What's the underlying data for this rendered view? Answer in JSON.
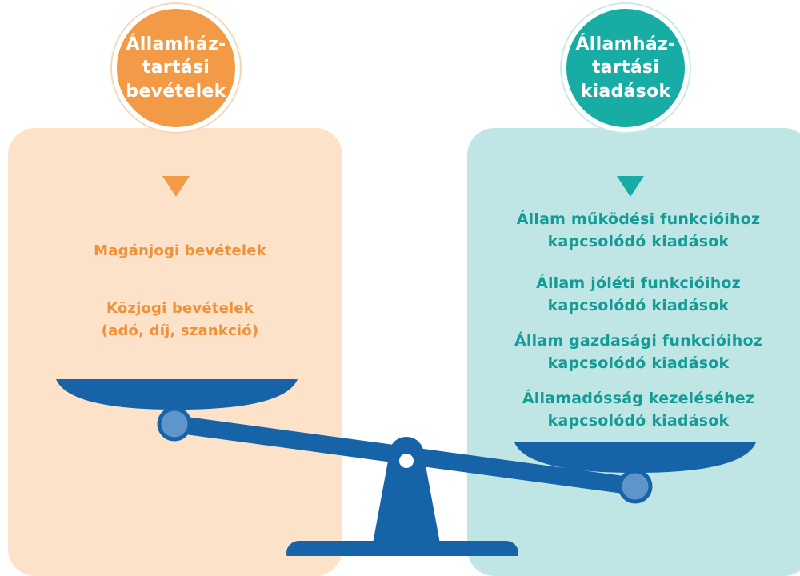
{
  "revenues": {
    "title": "Államház-\ntartási\nbevételek",
    "items": [
      "Magánjogi bevételek",
      "Közjogi bevételek\n(adó, díj, szankció)"
    ]
  },
  "expenditures": {
    "title": "Államház-\ntartási\nkiadások",
    "items": [
      "Állam működési funkcióihoz\nkapcsolódó kiadások",
      "Állam jóléti funkcióihoz\nkapcsolódó kiadások",
      "Állam gazdasági funkcióihoz\nkapcsolódó kiadások",
      "Államadósság kezeléséhez\nkapcsolódó kiadások"
    ]
  },
  "colors": {
    "orange": "#f29a45",
    "teal": "#17aca4",
    "scale_blue": "#1763a8"
  }
}
